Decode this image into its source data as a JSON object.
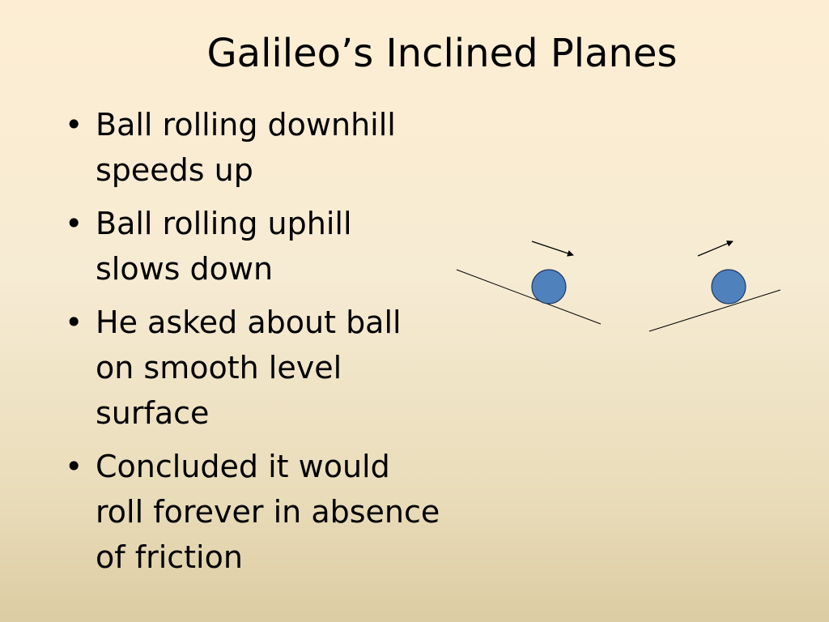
{
  "slide": {
    "title": "Galileo’s Inclined Planes",
    "bullet_glyph": "•",
    "bullets": [
      "Ball rolling downhill speeds up",
      "Ball rolling uphill slows down",
      "He asked about ball on smooth level surface",
      "Concluded it would roll forever in absence of friction"
    ]
  },
  "diagram": {
    "ball_color": "#4f81bd",
    "ball_stroke": "#1f3864",
    "line_color": "#000000"
  }
}
